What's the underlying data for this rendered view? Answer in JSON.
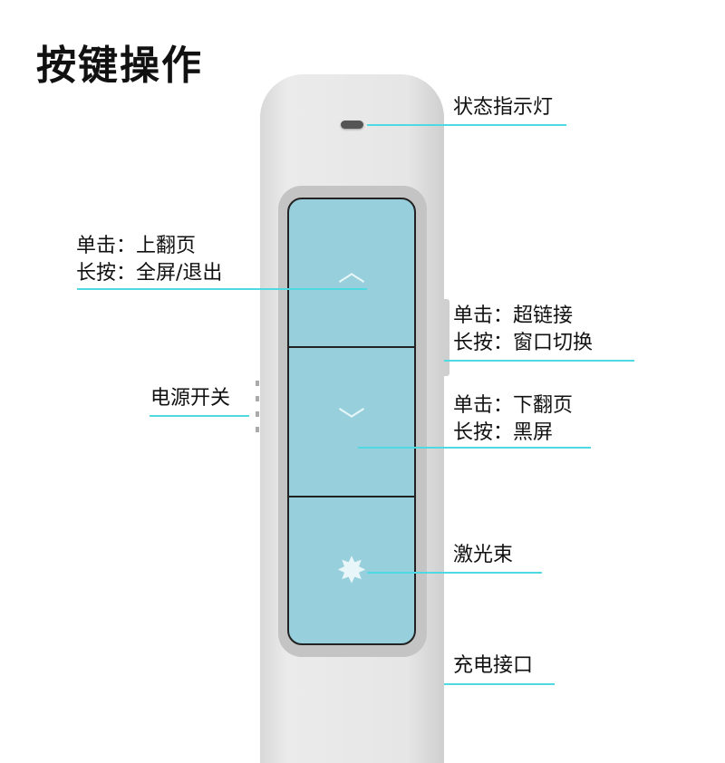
{
  "title": "按键操作",
  "labels": {
    "status_light": "状态指示灯",
    "up_click": "单击：上翻页",
    "up_long": "长按：全屏/退出",
    "side_click": "单击：超链接",
    "side_long": "长按：窗口切换",
    "power": "电源开关",
    "down_click": "单击：下翻页",
    "down_long": "长按：黑屏",
    "laser": "激光束",
    "charge": "充电接口"
  },
  "icons": {
    "up": "chevron-up",
    "down": "chevron-down",
    "laser": "star-burst"
  },
  "colors": {
    "button": "#97d0dc",
    "leader_line": "#4fd9e0"
  }
}
